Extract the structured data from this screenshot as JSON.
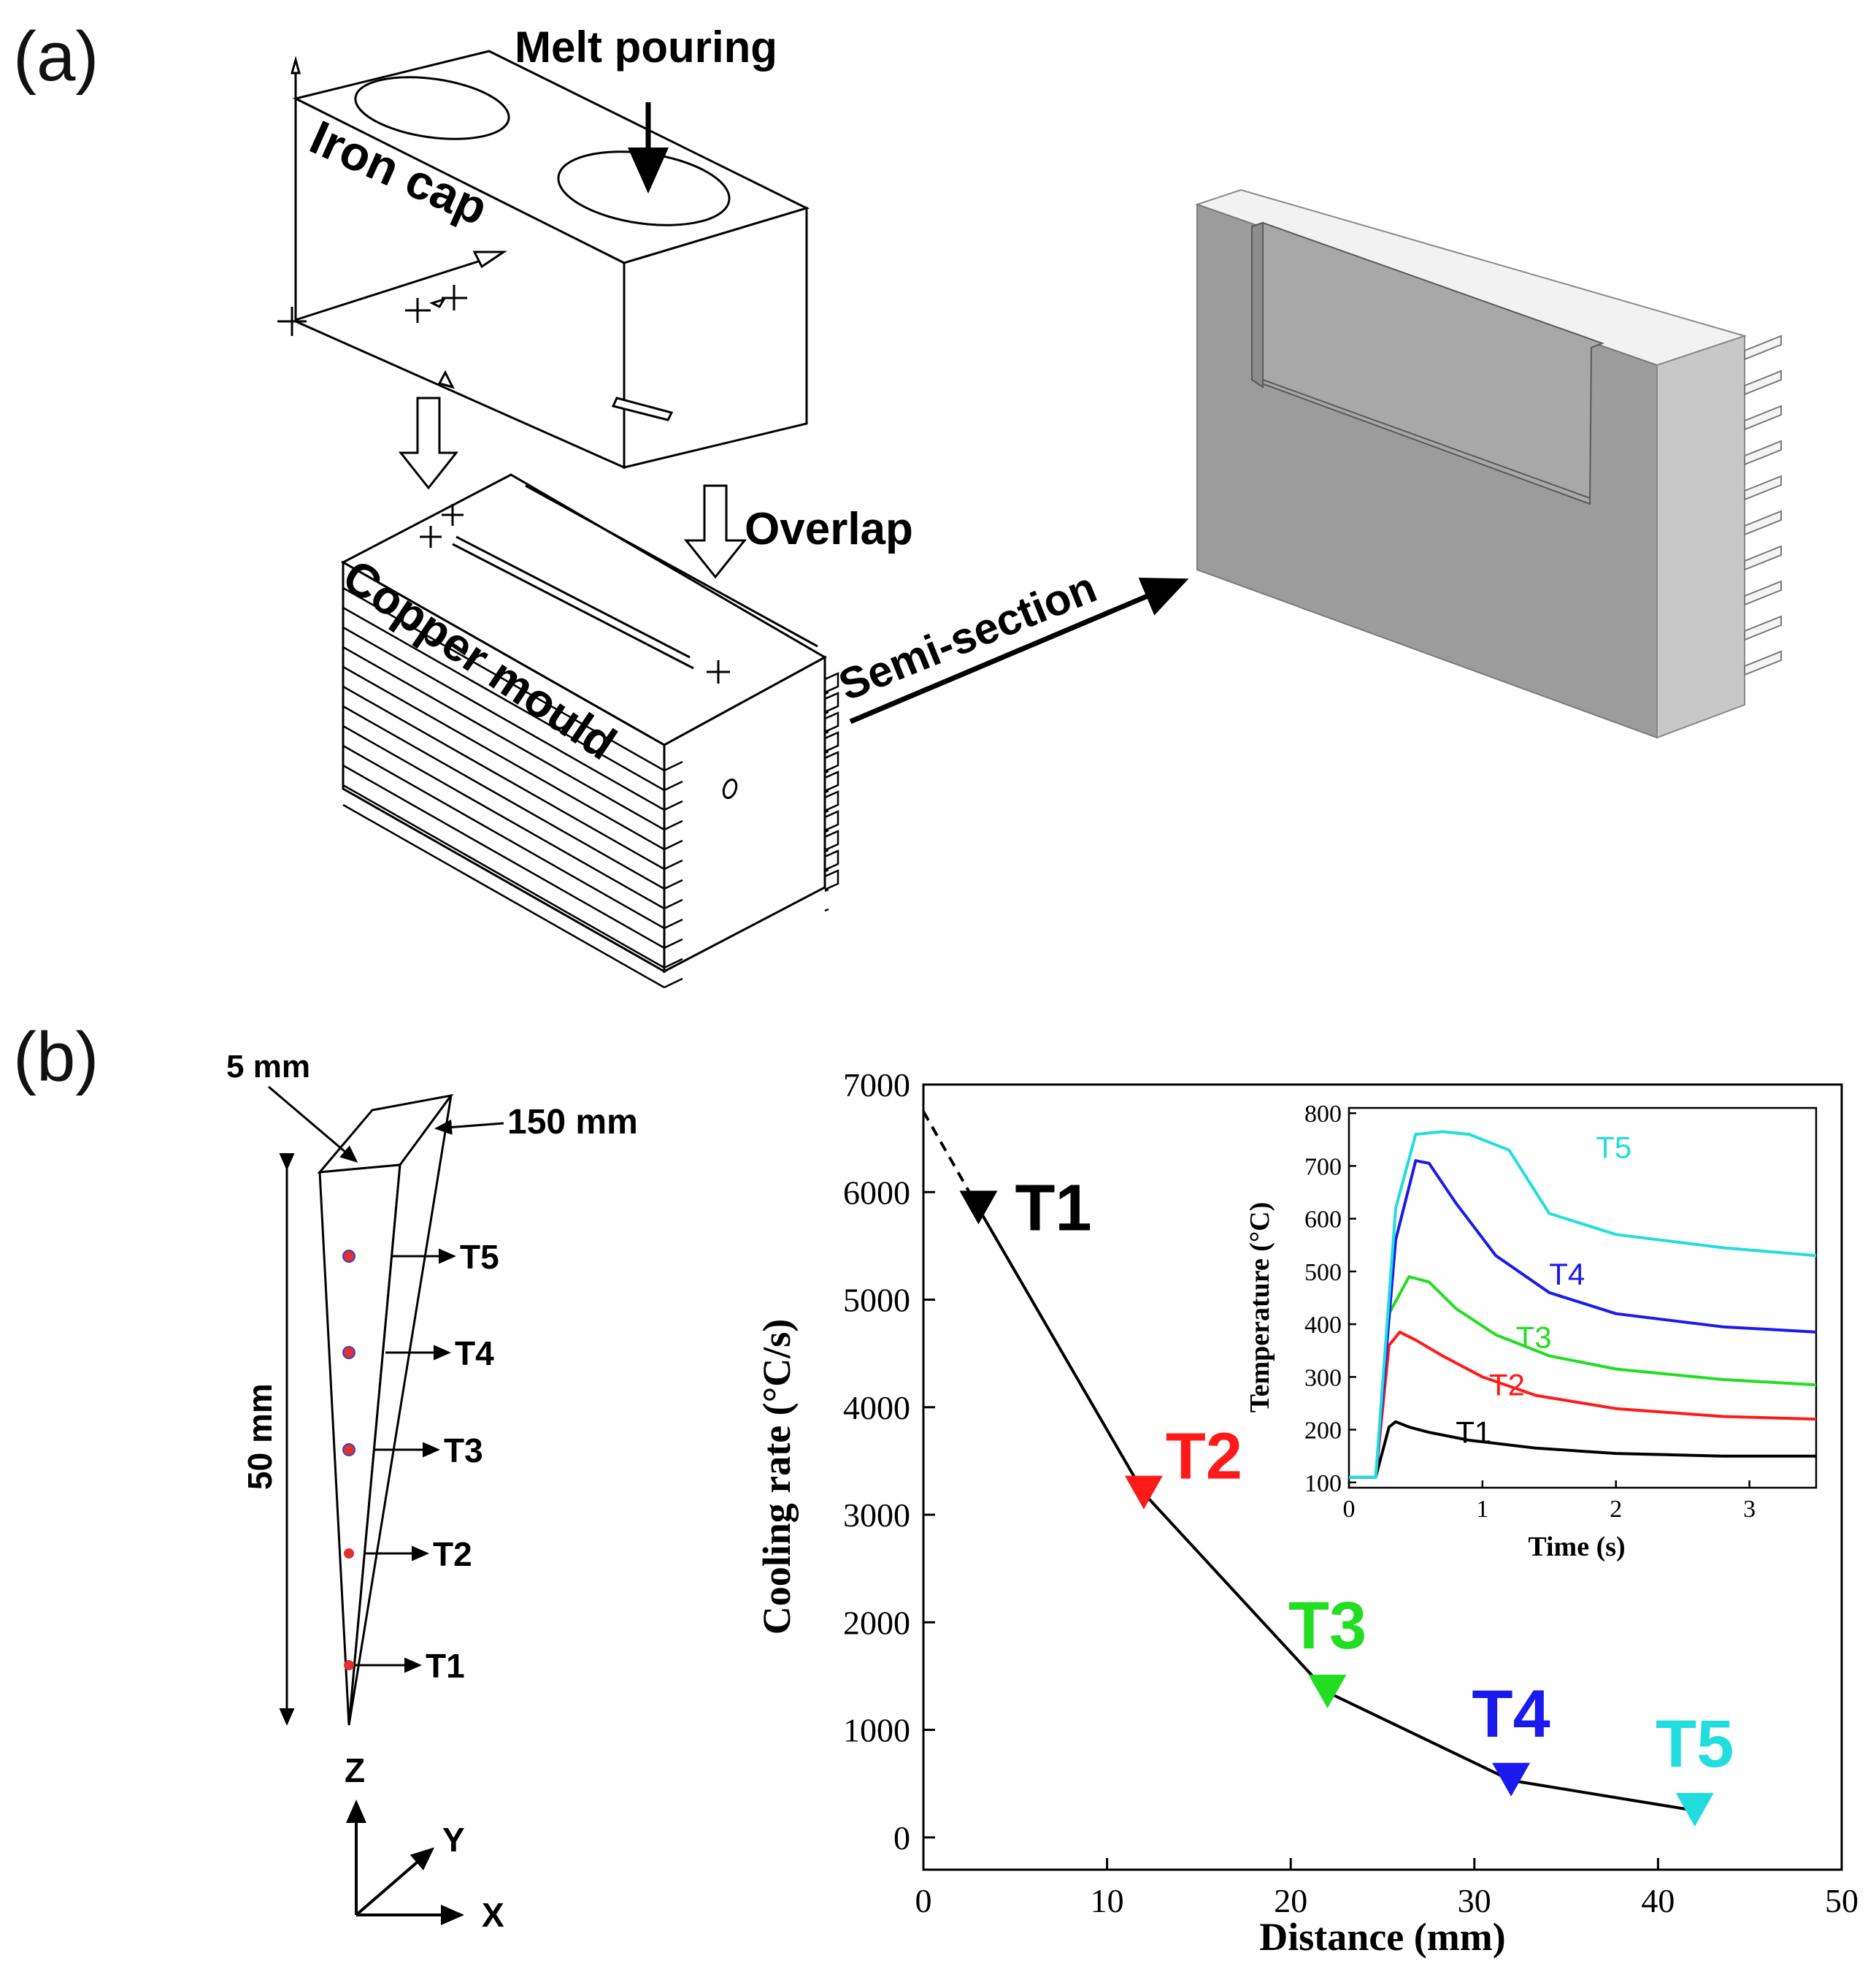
{
  "panel_a": {
    "label": "(a)",
    "labels": {
      "melt_pouring": "Melt pouring",
      "iron_cap": "Iron cap",
      "overlap": "Overlap",
      "copper_mould": "Copper mould",
      "semi_section": "Semi-section"
    }
  },
  "panel_b": {
    "label": "(b)",
    "wedge": {
      "width_label": "5 mm",
      "length_label": "150 mm",
      "height_label": "50 mm",
      "points": [
        "T5",
        "T4",
        "T3",
        "T2",
        "T1"
      ],
      "axes": {
        "z": "Z",
        "y": "Y",
        "x": "X"
      }
    }
  },
  "chart_data": [
    {
      "type": "line",
      "xlabel": "Distance (mm)",
      "ylabel": "Cooling rate (°C/s)",
      "xlim": [
        0,
        50
      ],
      "ylim": [
        -300,
        7000
      ],
      "xticks": [
        0,
        10,
        20,
        30,
        40,
        50
      ],
      "yticks": [
        0,
        1000,
        2000,
        3000,
        4000,
        5000,
        6000,
        7000
      ],
      "extrapolated_start": {
        "x": 0,
        "y": 6750
      },
      "points": [
        {
          "name": "T1",
          "x": 3,
          "y": 5850,
          "color": "#000000"
        },
        {
          "name": "T2",
          "x": 12,
          "y": 3200,
          "color": "#ff1a1a"
        },
        {
          "name": "T3",
          "x": 22,
          "y": 1350,
          "color": "#22dd22"
        },
        {
          "name": "T4",
          "x": 32,
          "y": 530,
          "color": "#1a1aee"
        },
        {
          "name": "T5",
          "x": 42,
          "y": 250,
          "color": "#22dddd"
        }
      ]
    },
    {
      "type": "line",
      "xlabel": "Time (s)",
      "ylabel": "Temperature (°C)",
      "xlim": [
        0,
        3.5
      ],
      "ylim": [
        90,
        810
      ],
      "xticks": [
        0,
        1,
        2,
        3
      ],
      "yticks": [
        100,
        200,
        300,
        400,
        500,
        600,
        700,
        800
      ],
      "series": [
        {
          "name": "T1",
          "color": "#000000",
          "x": [
            0,
            0.2,
            0.3,
            0.35,
            0.45,
            0.6,
            0.9,
            1.4,
            2.0,
            2.8,
            3.5
          ],
          "y": [
            110,
            110,
            205,
            215,
            205,
            195,
            180,
            165,
            155,
            150,
            150
          ]
        },
        {
          "name": "T2",
          "color": "#ff1a1a",
          "x": [
            0,
            0.2,
            0.3,
            0.38,
            0.5,
            0.7,
            1.0,
            1.4,
            2.0,
            2.8,
            3.5
          ],
          "y": [
            110,
            110,
            360,
            385,
            370,
            340,
            300,
            265,
            240,
            225,
            220
          ]
        },
        {
          "name": "T3",
          "color": "#22dd22",
          "x": [
            0,
            0.2,
            0.3,
            0.45,
            0.6,
            0.8,
            1.1,
            1.5,
            2.0,
            2.8,
            3.5
          ],
          "y": [
            110,
            110,
            420,
            490,
            480,
            430,
            380,
            340,
            315,
            295,
            285
          ]
        },
        {
          "name": "T4",
          "color": "#1a1aee",
          "x": [
            0,
            0.2,
            0.35,
            0.5,
            0.6,
            0.8,
            1.1,
            1.5,
            2.0,
            2.8,
            3.5
          ],
          "y": [
            110,
            110,
            560,
            710,
            705,
            630,
            530,
            460,
            420,
            395,
            385
          ]
        },
        {
          "name": "T5",
          "color": "#22dddd",
          "x": [
            0,
            0.2,
            0.35,
            0.5,
            0.7,
            0.9,
            1.2,
            1.5,
            2.0,
            2.8,
            3.5
          ],
          "y": [
            110,
            110,
            620,
            760,
            765,
            760,
            730,
            610,
            570,
            545,
            530
          ]
        }
      ]
    }
  ]
}
